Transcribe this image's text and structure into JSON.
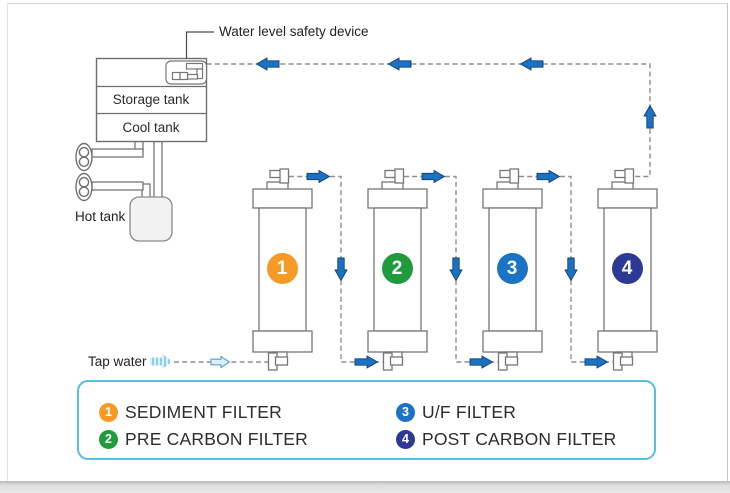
{
  "labels": {
    "water_level_safety_device": "Water level safety device",
    "storage_tank": "Storage tank",
    "cool_tank": "Cool tank",
    "hot_tank": "Hot tank",
    "tap_water": "Tap water"
  },
  "filters": [
    {
      "number": "1",
      "name": "SEDIMENT FILTER",
      "color": "#F59B25"
    },
    {
      "number": "2",
      "name": "PRE CARBON FILTER",
      "color": "#1F9B3E"
    },
    {
      "number": "3",
      "name": "U/F FILTER",
      "color": "#1C73C4"
    },
    {
      "number": "4",
      "name": "POST CARBON FILTER",
      "color": "#2C3A96"
    }
  ],
  "colors": {
    "flow_arrow": "#1C72C2",
    "pipe_dash": "#8F8F8F",
    "legend_border": "#56BEE0",
    "tap_water_arrow": "#A9DCEF"
  }
}
